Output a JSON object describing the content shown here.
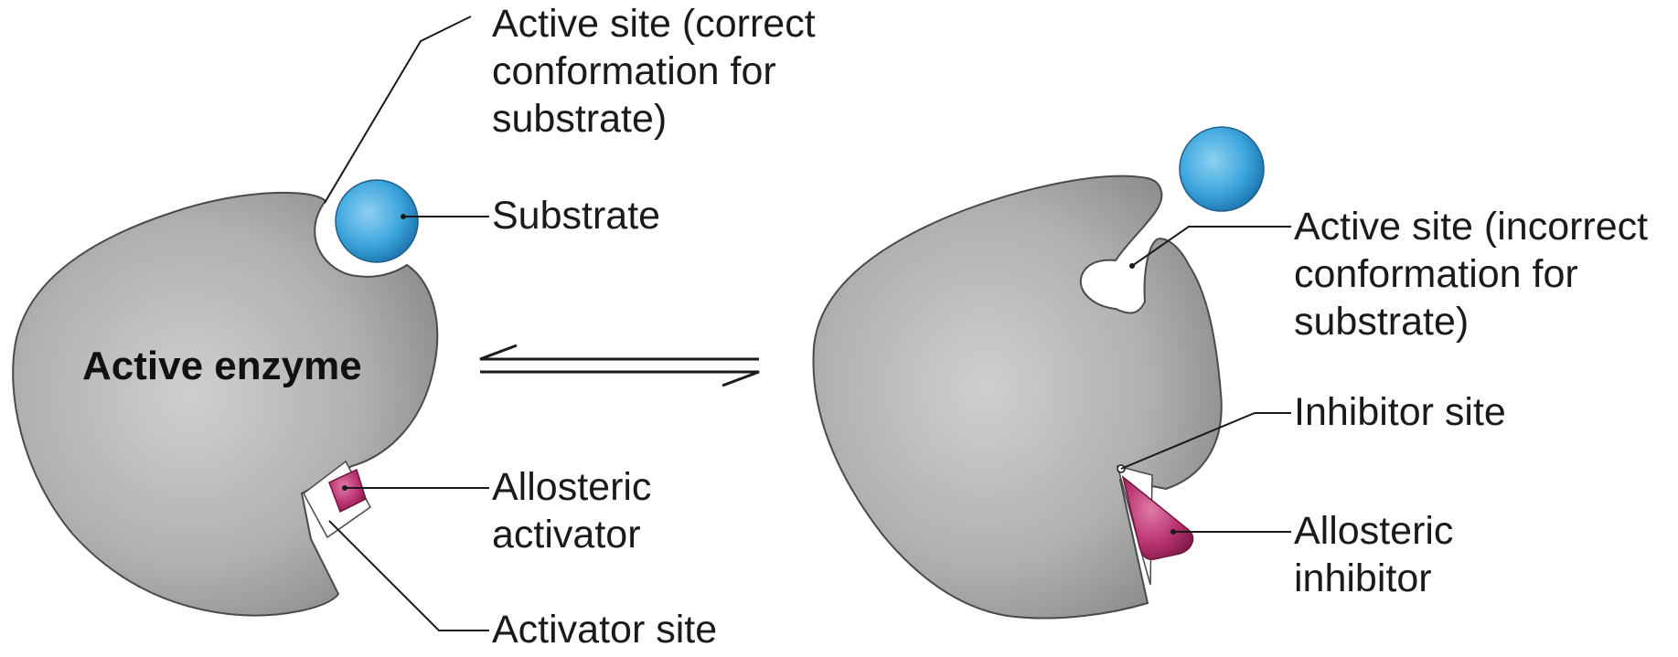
{
  "colors": {
    "enzyme_fill": "#b3b3b3",
    "substrate": "#3aa4dd",
    "allosteric": "#b2316f",
    "text": "#1a1a1a"
  },
  "left": {
    "title": "Active enzyme",
    "active_site_label": [
      "Active site (correct",
      "conformation for",
      "substrate)"
    ],
    "substrate_label": "Substrate",
    "activator_label": [
      "Allosteric",
      "activator"
    ],
    "activator_site_label": "Activator site"
  },
  "right": {
    "active_site_label": [
      "Active site (incorrect",
      "conformation for",
      "substrate)"
    ],
    "inhibitor_site_label": "Inhibitor site",
    "inhibitor_label": [
      "Allosteric",
      "inhibitor"
    ]
  }
}
